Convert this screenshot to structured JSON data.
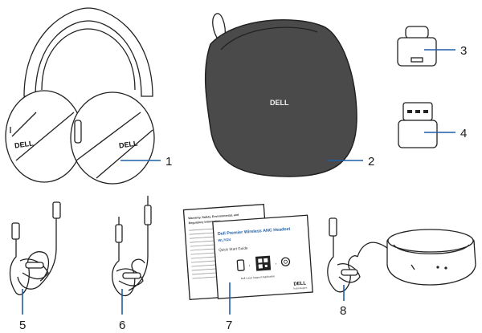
{
  "brand": "DELL",
  "brand_sub": "Technologies",
  "callouts": [
    "1",
    "2",
    "3",
    "4",
    "5",
    "6",
    "7",
    "8"
  ],
  "documents": {
    "back_title_1": "Warranty, Safety, Environmental, and",
    "back_title_2": "Regulatory Information",
    "front_title_1": "Dell Premier Wireless ANC Headset",
    "front_model": "WL7024",
    "front_subtitle": "Quick Start Guide",
    "front_caption": "Dell Local Support Application"
  },
  "colors": {
    "callout_line": "#1f5ea8",
    "case_fill": "#4a4a4a",
    "title_blue": "#1f5ea8"
  }
}
